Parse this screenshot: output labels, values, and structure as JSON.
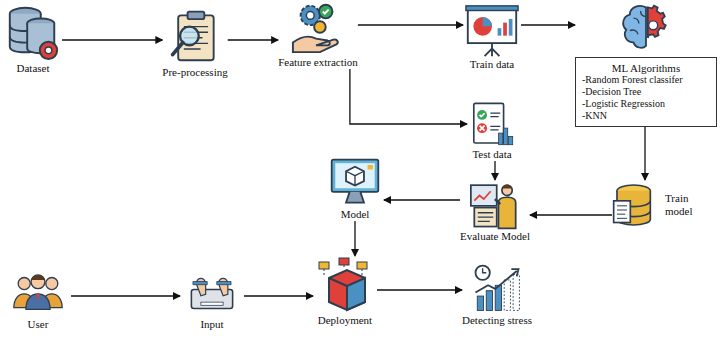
{
  "diagram": {
    "nodes": [
      {
        "text": [
          "Dataset"
        ]
      },
      {
        "text": [
          "Pre-processing"
        ]
      },
      {
        "text": [
          "Feature extraction"
        ]
      },
      {
        "text": [
          "Train data"
        ]
      },
      {
        "text": [
          "ML Algorithms",
          "-Random Forest classifer",
          "-Decision Tree",
          "-Logistic Regression",
          "-KNN"
        ]
      },
      {
        "text": [
          "Test data"
        ]
      },
      {
        "text": [
          "Train model"
        ]
      },
      {
        "text": [
          "Evaluate Model"
        ]
      },
      {
        "text": [
          "Model"
        ]
      },
      {
        "text": [
          "User"
        ]
      },
      {
        "text": [
          "Input"
        ]
      },
      {
        "text": [
          "Deployment"
        ]
      },
      {
        "text": [
          "Detecting stress"
        ]
      }
    ],
    "edges": [
      {
        "from": 0,
        "to": 1,
        "arrow": "to"
      },
      {
        "from": 1,
        "to": 2,
        "arrow": "to"
      },
      {
        "from": 2,
        "to": 3,
        "arrow": "to"
      },
      {
        "from": 3,
        "to": 4,
        "arrow": "to"
      },
      {
        "from": 2,
        "to": 5,
        "arrow": "to"
      },
      {
        "from": 4,
        "to": 6,
        "arrow": "to"
      },
      {
        "from": 6,
        "to": 7,
        "arrow": "to"
      },
      {
        "from": 5,
        "to": 7,
        "arrow": "to"
      },
      {
        "from": 7,
        "to": 8,
        "arrow": "to"
      },
      {
        "from": 8,
        "to": 11,
        "arrow": "to"
      },
      {
        "from": 9,
        "to": 10,
        "arrow": "to"
      },
      {
        "from": 10,
        "to": 11,
        "arrow": "to"
      },
      {
        "from": 11,
        "to": 12,
        "arrow": "to"
      }
    ]
  }
}
